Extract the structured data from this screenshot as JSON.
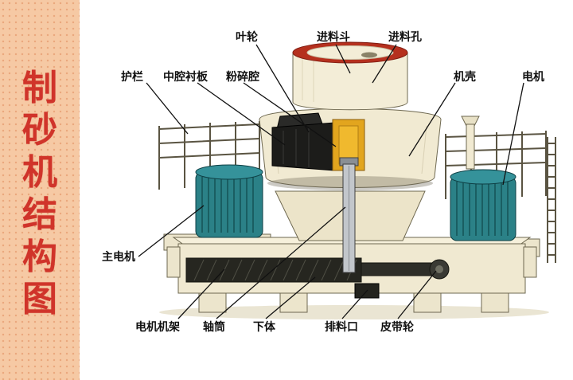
{
  "title": {
    "text": "制砂机结构图",
    "chars": [
      "制",
      "砂",
      "机",
      "结",
      "构",
      "图"
    ]
  },
  "labels": [
    {
      "id": "impeller",
      "text": "叶轮"
    },
    {
      "id": "feed-hopper",
      "text": "进料斗"
    },
    {
      "id": "feed-hole",
      "text": "进料孔"
    },
    {
      "id": "guardrail",
      "text": "护栏"
    },
    {
      "id": "chamber-liner",
      "text": "中腔衬板"
    },
    {
      "id": "crushing-chamber",
      "text": "粉碎腔"
    },
    {
      "id": "casing",
      "text": "机壳"
    },
    {
      "id": "motor",
      "text": "电机"
    },
    {
      "id": "main-motor",
      "text": "主电机"
    },
    {
      "id": "motor-frame",
      "text": "电机机架"
    },
    {
      "id": "shaft-tube",
      "text": "轴筒"
    },
    {
      "id": "lower-body",
      "text": "下体"
    },
    {
      "id": "discharge-port",
      "text": "排料口"
    },
    {
      "id": "belt-pulley",
      "text": "皮带轮"
    }
  ],
  "colors": {
    "accent": "#d0342a",
    "sidebar-bg": "#f6c9a4",
    "sidebar-dot": "#eaa87e",
    "machine-cream": "#f0e9d1",
    "machine-outline": "#6e6850",
    "motor-teal": "#2b8187",
    "chamber-orange": "#e2a51e",
    "hopper-red": "#b5301e",
    "label-color": "#111111"
  }
}
